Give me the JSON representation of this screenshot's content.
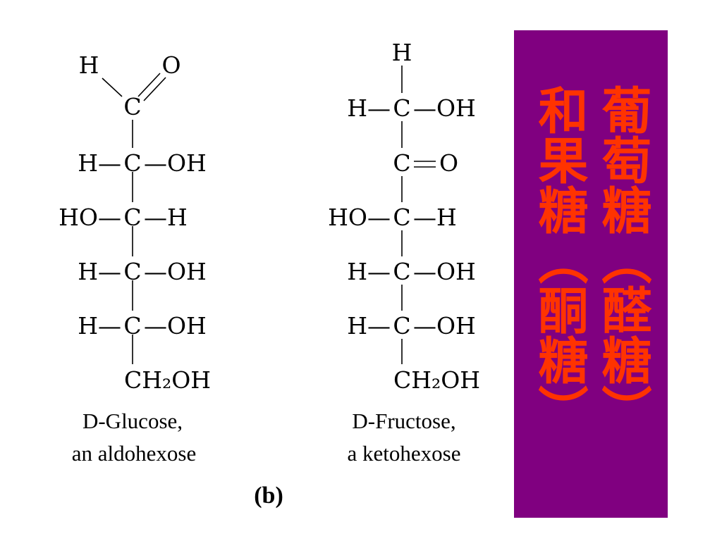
{
  "glucose": {
    "top_h": "H",
    "top_o": "O",
    "c1": "C",
    "rows": [
      {
        "left": "H—",
        "c": "C",
        "right": "—OH"
      },
      {
        "left": "HO—",
        "c": "C",
        "right": "—H"
      },
      {
        "left": "H—",
        "c": "C",
        "right": "—OH"
      },
      {
        "left": "H—",
        "c": "C",
        "right": "—OH"
      }
    ],
    "bottom": "CH₂OH",
    "caption_line1": "D-Glucose,",
    "caption_line2": "an aldohexose"
  },
  "fructose": {
    "top_h": "H",
    "row1": {
      "left": "H—",
      "c": "C",
      "right": "—OH"
    },
    "keto": {
      "c": "C",
      "right": "O"
    },
    "rows": [
      {
        "left": "HO—",
        "c": "C",
        "right": "—H"
      },
      {
        "left": "H—",
        "c": "C",
        "right": "—OH"
      },
      {
        "left": "H—",
        "c": "C",
        "right": "—OH"
      }
    ],
    "bottom": "CH₂OH",
    "caption_line1": "D-Fructose,",
    "caption_line2": "a ketohexose"
  },
  "figure_label": "(b)",
  "side_panel": {
    "background": "#800080",
    "text_color": "#ff3300",
    "column_right": "葡萄糖（醛糖）",
    "column_left": "和果糖（酮糖）"
  }
}
